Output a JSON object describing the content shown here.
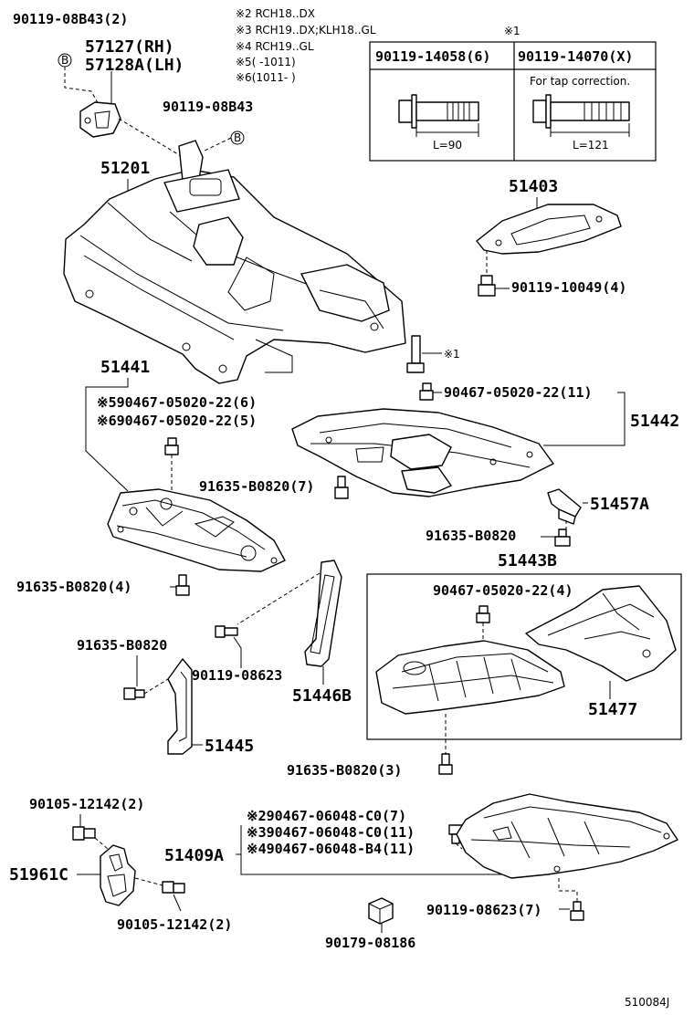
{
  "notes": {
    "n2": "※2 RCH18..DX",
    "n3": "※3 RCH19..DX;KLH18..GL",
    "n4": "※4 RCH19..GL",
    "n5": "※5(      -1011)",
    "n6": "※6(1011-       )"
  },
  "bolt_table": {
    "ref": "※1",
    "col1": "90119-14058(6)",
    "col2": "90119-14070(X)",
    "note": "For tap correction.",
    "len1": "L=90",
    "len2": "L=121"
  },
  "labels": {
    "p90119_08b43_2": "90119-08B43(2)",
    "p57127": "57127(RH)",
    "p57128a": "57128A(LH)",
    "p90119_08b43": "90119-08B43",
    "p51201": "51201",
    "p51403": "51403",
    "p90119_10049": "90119-10049(4)",
    "pref1": "※1",
    "p90467_11": "90467-05020-22(11)",
    "p51441": "51441",
    "p5_90467": "※590467-05020-22(6)",
    "p6_90467": "※690467-05020-22(5)",
    "p51442": "51442",
    "p91635_7": "91635-B0820(7)",
    "p51457a": "51457A",
    "p91635_single": "91635-B0820",
    "p51443b": "51443B",
    "p90467_4": "90467-05020-22(4)",
    "p91635_4": "91635-B0820(4)",
    "p91635_left": "91635-B0820",
    "p90119_08623": "90119-08623",
    "p51446b": "51446B",
    "p51477": "51477",
    "p51445": "51445",
    "p91635_3": "91635-B0820(3)",
    "p90105_top": "90105-12142(2)",
    "p2_90467": "※290467-06048-C0(7)",
    "p3_90467": "※390467-06048-C0(11)",
    "p4_90467": "※490467-06048-B4(11)",
    "p51409a": "51409A",
    "p51961c": "51961C",
    "p90105_bot": "90105-12142(2)",
    "p90119_08623_7": "90119-08623(7)",
    "p90179": "90179-08186",
    "code": "510084J"
  },
  "markers": {
    "b": "B"
  }
}
